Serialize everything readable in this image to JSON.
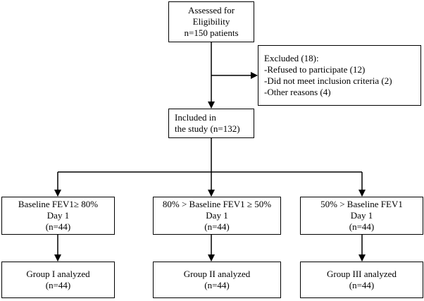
{
  "assessed": {
    "lines": [
      "Assessed for",
      "Eligibility",
      "n=150 patients"
    ]
  },
  "excluded": {
    "lines": [
      "Excluded (18):",
      "-Refused to participate (12)",
      "-Did not meet inclusion criteria (2)",
      "-Other reasons (4)"
    ]
  },
  "included": {
    "lines": [
      "Included in",
      "the study (n=132)"
    ]
  },
  "baselines": [
    {
      "lines": [
        "Baseline FEV1≥ 80%",
        "Day 1",
        "(n=44)"
      ]
    },
    {
      "lines": [
        "80% > Baseline FEV1 ≥ 50%",
        "Day 1",
        "(n=44)"
      ]
    },
    {
      "lines": [
        "50% > Baseline FEV1",
        "Day 1",
        "(n=44)"
      ]
    }
  ],
  "groups": [
    {
      "lines": [
        "Group I analyzed",
        "(n=44)"
      ]
    },
    {
      "lines": [
        "Group II analyzed",
        "(n=44)"
      ]
    },
    {
      "lines": [
        "Group III analyzed",
        "(n=44)"
      ]
    }
  ],
  "colors": {
    "line": "#000000",
    "box_fill": "#ffffff"
  }
}
